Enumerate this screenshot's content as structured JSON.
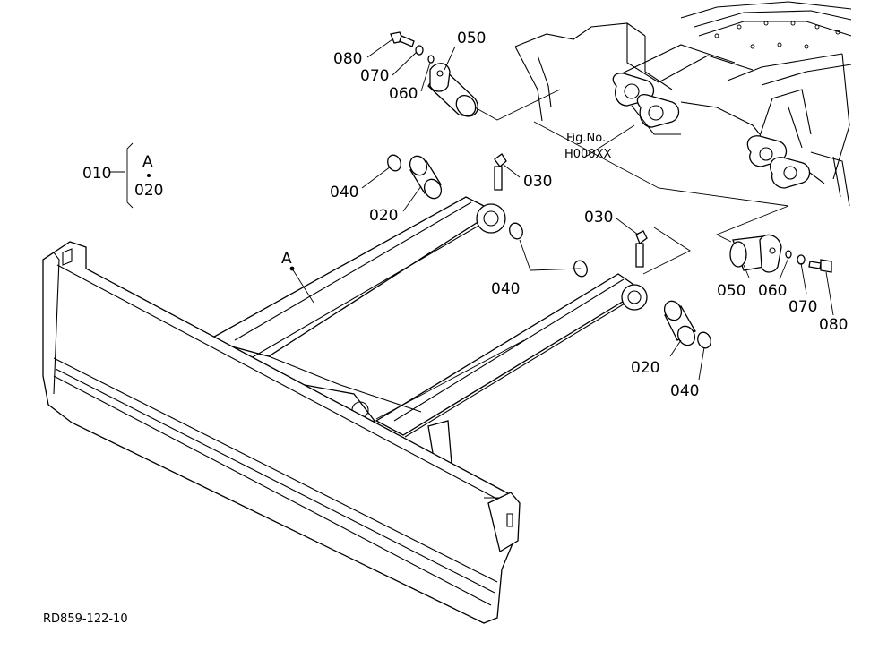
{
  "callouts": {
    "c080_top": "080",
    "c070_top": "070",
    "c060_top": "060",
    "c050_top": "050",
    "c010": "010",
    "bracket_a": "A",
    "bracket_020": "020",
    "c040_left": "040",
    "c020_left": "020",
    "c030_left": "030",
    "label_a": "A",
    "c030_right": "030",
    "c040_mid": "040",
    "c050_right": "050",
    "c060_right": "060",
    "c070_right": "070",
    "c080_right": "080",
    "c020_right": "020",
    "c040_right": "040"
  },
  "figure_ref": {
    "line1": "Fig.No.",
    "line2": "H000XX"
  },
  "drawing_code": "RD859-122-10"
}
